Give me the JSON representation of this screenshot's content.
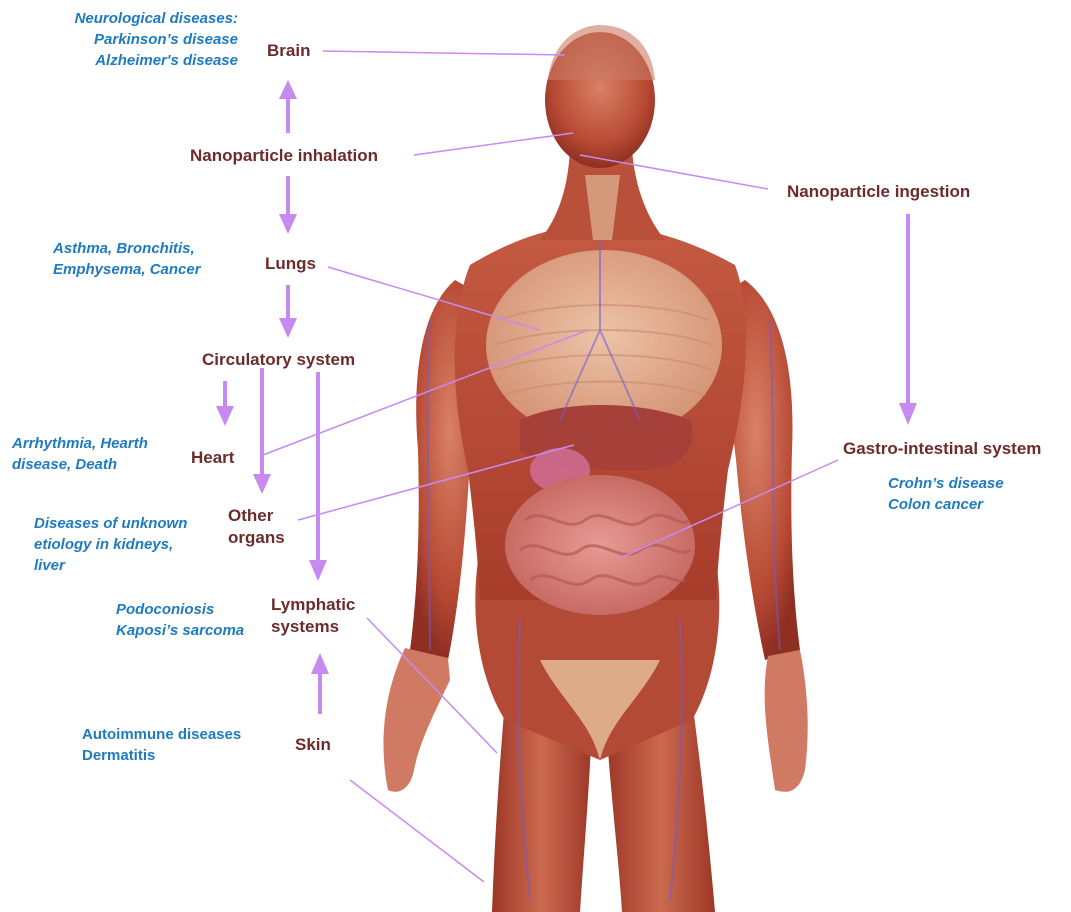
{
  "organs": {
    "brain": "Brain",
    "inhalation": "Nanoparticle inhalation",
    "ingestion": "Nanoparticle ingestion",
    "lungs": "Lungs",
    "circulatory": "Circulatory system",
    "heart": "Heart",
    "other_organs": [
      "Other",
      "organs"
    ],
    "lymphatic": [
      "Lymphatic",
      "systems"
    ],
    "skin": "Skin",
    "gastro": "Gastro-intestinal system"
  },
  "diseases": {
    "neuro": [
      "Neurological diseases:",
      "Parkinson’s disease",
      "Alzheimer's disease"
    ],
    "lungs": [
      "Asthma, Bronchitis,",
      "Emphysema, Cancer"
    ],
    "heart": [
      "Arrhythmia, Hearth",
      "disease, Death"
    ],
    "other": [
      "Diseases of unknown",
      "etiology in kidneys,",
      "liver"
    ],
    "lymph": [
      "Podoconiosis",
      "Kaposi’s sarcoma"
    ],
    "skin": [
      "Autoimmune diseases",
      "Dermatitis"
    ],
    "gastro": [
      "Crohn’s disease",
      "Colon cancer"
    ]
  },
  "colors": {
    "organ_label": "#6e2b2b",
    "disease_label": "#1f7bbf",
    "arrow": "#c78af0",
    "connector": "#c78af0"
  }
}
